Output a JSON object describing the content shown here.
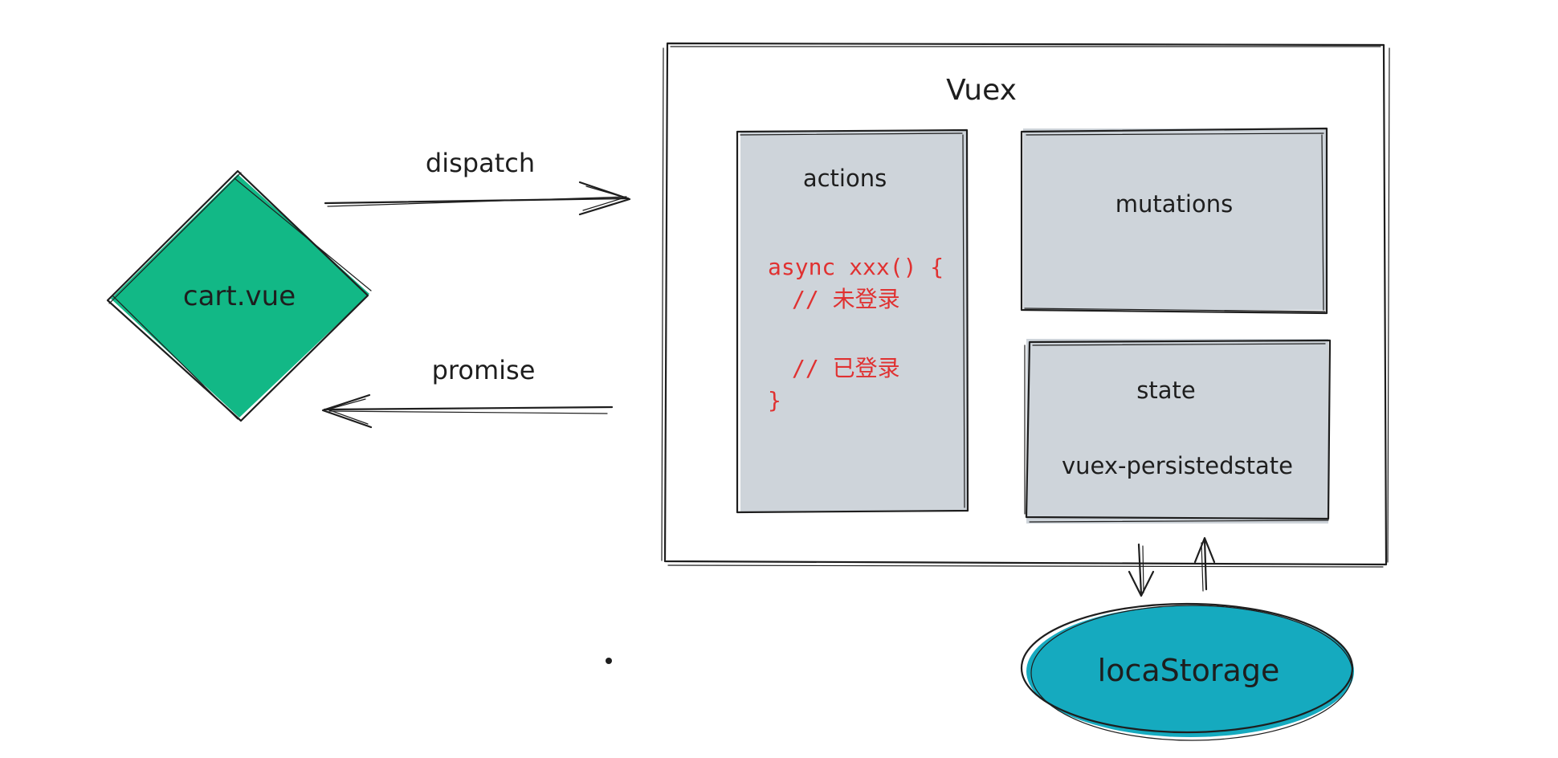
{
  "diagram": {
    "cart_node": {
      "label": "cart.vue"
    },
    "vuex": {
      "title": "Vuex"
    },
    "actions": {
      "title": "actions",
      "code_lines": [
        "async xxx() {",
        "  // 未登录",
        "",
        "  // 已登录",
        "}"
      ]
    },
    "mutations": {
      "title": "mutations"
    },
    "state": {
      "title": "state",
      "plugin": "vuex-persistedstate"
    },
    "storage": {
      "label": "locaStorage"
    },
    "edges": {
      "dispatch": "dispatch",
      "promise": "promise"
    }
  },
  "colors": {
    "cart_fill": "#12b886",
    "panel_fill": "#ced4da",
    "storage_fill": "#15aabf",
    "code_text": "#e03131",
    "stroke": "#1e1e1e"
  }
}
